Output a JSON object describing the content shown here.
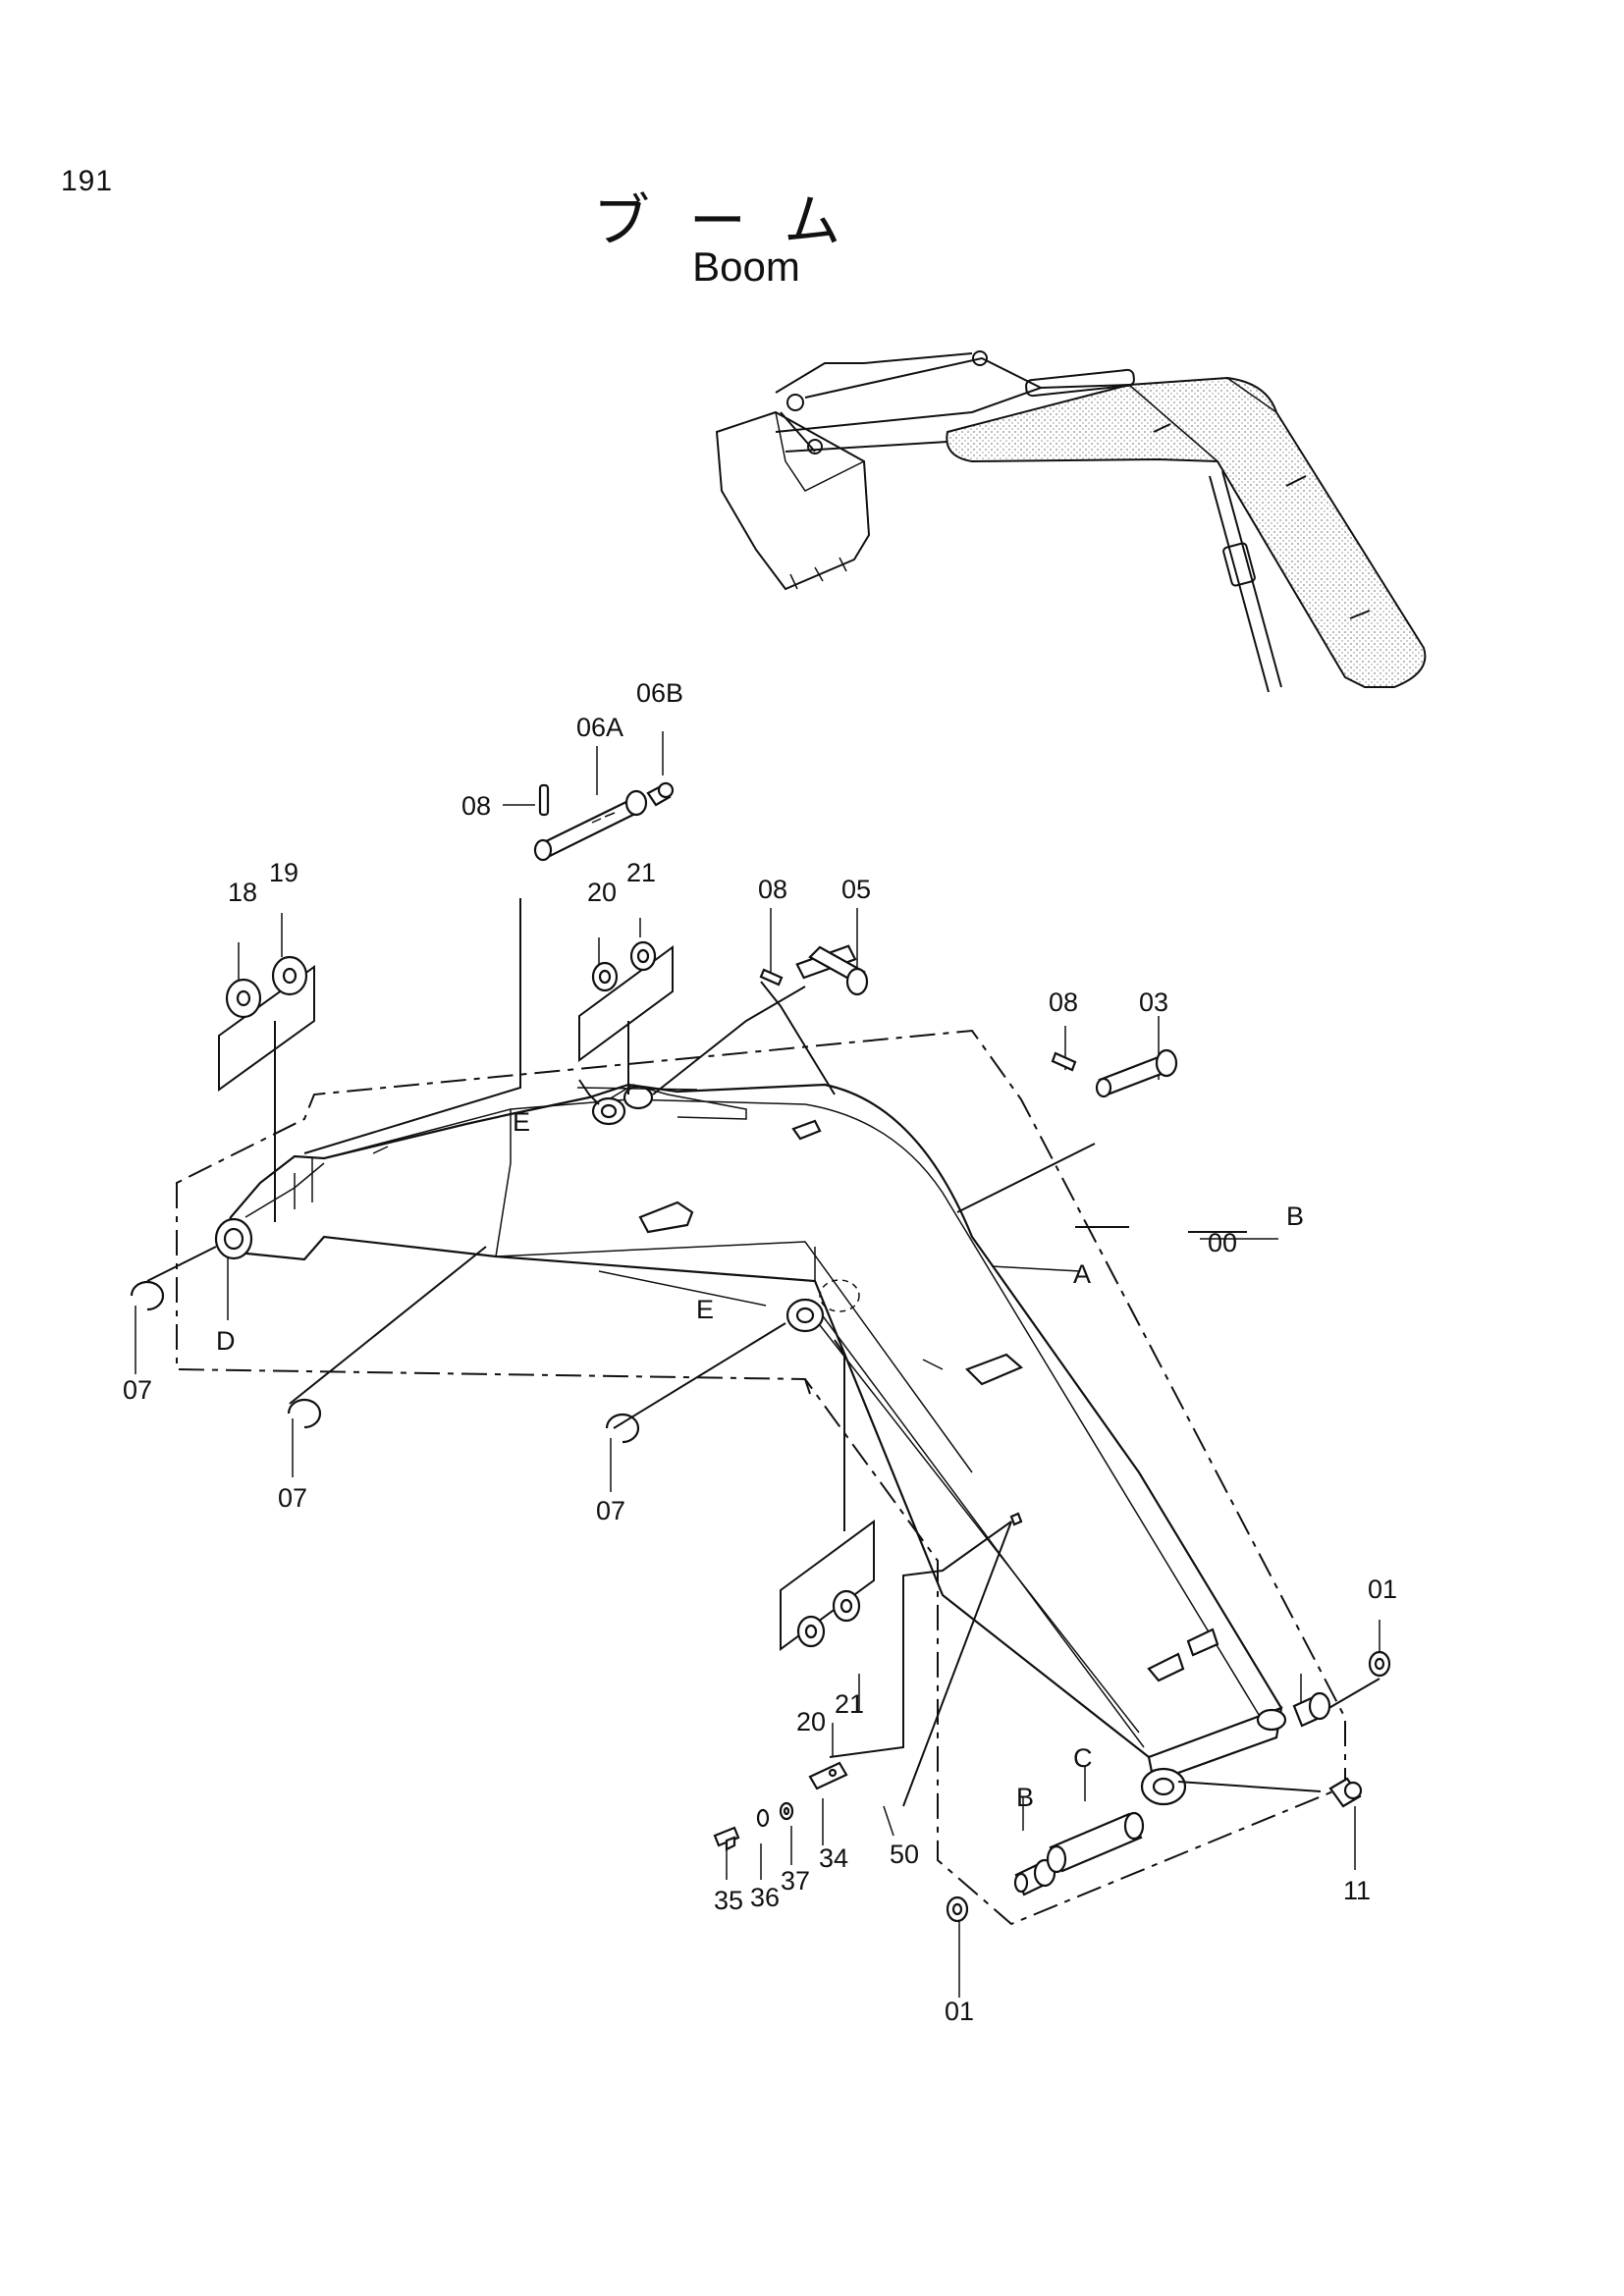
{
  "page": {
    "number": "191"
  },
  "title": {
    "jp": "ブーム",
    "en": "Boom"
  },
  "callouts": {
    "c00": "00",
    "c01a": "01",
    "c01b": "01",
    "c03": "03",
    "c05": "05",
    "c06A": "06A",
    "c06B": "06B",
    "c07a": "07",
    "c07b": "07",
    "c07c": "07",
    "c08a": "08",
    "c08b": "08",
    "c08c": "08",
    "c11": "11",
    "c18": "18",
    "c19": "19",
    "c20a": "20",
    "c21a": "21",
    "c20b": "20",
    "c21b": "21",
    "c34": "34",
    "c35": "35",
    "c36": "36",
    "c37": "37",
    "c50": "50",
    "cA": "A",
    "cBa": "B",
    "cBb": "B",
    "cC": "C",
    "cD": "D",
    "cEa": "E",
    "cEb": "E"
  },
  "colors": {
    "ink": "#111111",
    "paper": "#ffffff",
    "stipple": "#9a9a9a"
  }
}
